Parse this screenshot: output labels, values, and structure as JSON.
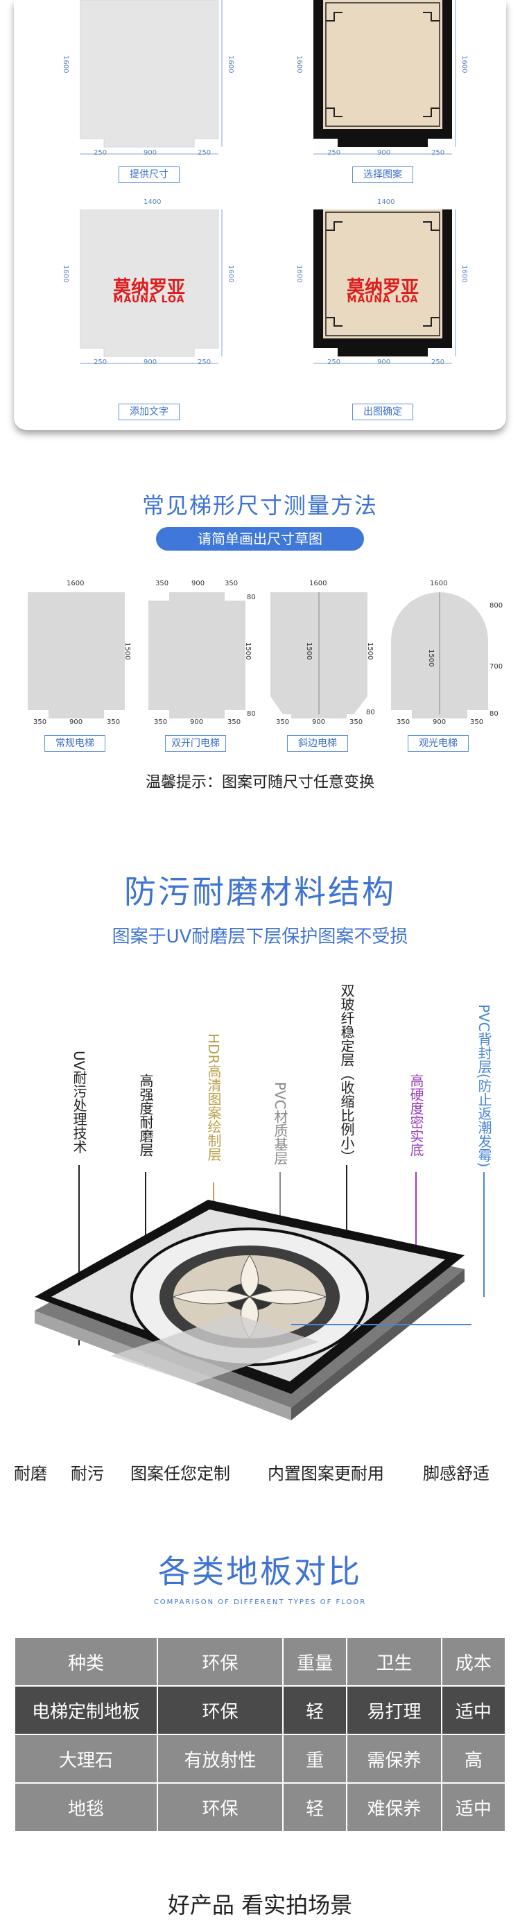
{
  "steps": [
    {
      "label": "提供尺寸",
      "dims": {
        "top": "",
        "height": "1600",
        "bottom": [
          "250",
          "900",
          "250"
        ]
      }
    },
    {
      "label": "选择图案",
      "dims": {
        "top": "",
        "height": "1600",
        "bottom": [
          "250",
          "900",
          "250"
        ]
      }
    },
    {
      "label": "添加文字",
      "dims": {
        "top": "1400",
        "height": "1600",
        "bottom": [
          "250",
          "900",
          "250"
        ]
      },
      "logo_cn": "莫纳罗亚",
      "logo_en": "MAUNA LOA"
    },
    {
      "label": "出图确定",
      "dims": {
        "top": "1400",
        "height": "1600",
        "bottom": [
          "250",
          "900",
          "250"
        ]
      },
      "logo_cn": "莫纳罗亚",
      "logo_en": "MAUNA LOA"
    }
  ],
  "trapezoid": {
    "title": "常见梯形尺寸测量方法",
    "pill": "请简单画出尺寸草图",
    "shapes": [
      {
        "label": "常规电梯",
        "top": "1600",
        "side": "1500",
        "bottom": [
          "350",
          "900",
          "350"
        ]
      },
      {
        "label": "双开门电梯",
        "top": [
          "350",
          "900",
          "350"
        ],
        "side": "1500",
        "bottom": [
          "350",
          "900",
          "350"
        ],
        "corner_top": "80",
        "corner_bottom": "80"
      },
      {
        "label": "斜边电梯",
        "top": "1600",
        "side": "1500",
        "mid": "1500",
        "bottom": [
          "350",
          "900",
          "350"
        ],
        "corner_bottom": "80"
      },
      {
        "label": "观光电梯",
        "top": "1600",
        "side": "1500",
        "right_top": "800",
        "right_bottom": "700",
        "bottom": [
          "350",
          "900",
          "350"
        ],
        "corner_bottom": "80"
      }
    ],
    "tip": "温馨提示：图案可随尺寸任意变换"
  },
  "material": {
    "title": "防污耐磨材料结构",
    "subtitle": "图案于UV耐磨层下层保护图案不受损",
    "layers": [
      {
        "text": "UV耐污处理技术",
        "color": "#222222"
      },
      {
        "text": "高强度耐磨层",
        "color": "#222222"
      },
      {
        "text": "HDR高清图案绘制层",
        "color": "#b8a24a"
      },
      {
        "text": "PVC材质基层",
        "color": "#8a8a8a"
      },
      {
        "text": "双玻纤稳定层（收缩比例小）",
        "color": "#222222"
      },
      {
        "text": "高硬度密实底",
        "color": "#9b3fb5"
      },
      {
        "text": "PVC背封层(防止返潮发霉)",
        "color": "#4a86d8"
      }
    ],
    "features": [
      "耐磨",
      "耐污",
      "图案任您定制",
      "内置图案更耐用",
      "脚感舒适"
    ]
  },
  "comparison": {
    "title": "各类地板对比",
    "subtitle": "COMPARISON OF DIFFERENT TYPES OF FLOOR",
    "rows": [
      [
        "种类",
        "环保",
        "重量",
        "卫生",
        "成本"
      ],
      [
        "电梯定制地板",
        "环保",
        "轻",
        "易打理",
        "适中"
      ],
      [
        "大理石",
        "有放射性",
        "重",
        "需保养",
        "高"
      ],
      [
        "地毯",
        "环保",
        "轻",
        "难保养",
        "适中"
      ]
    ]
  },
  "bottom_title": "好产品 看实拍场景",
  "colors": {
    "accent": "#3f74d2",
    "border": "#111111",
    "marble": "#e8d9c0"
  }
}
